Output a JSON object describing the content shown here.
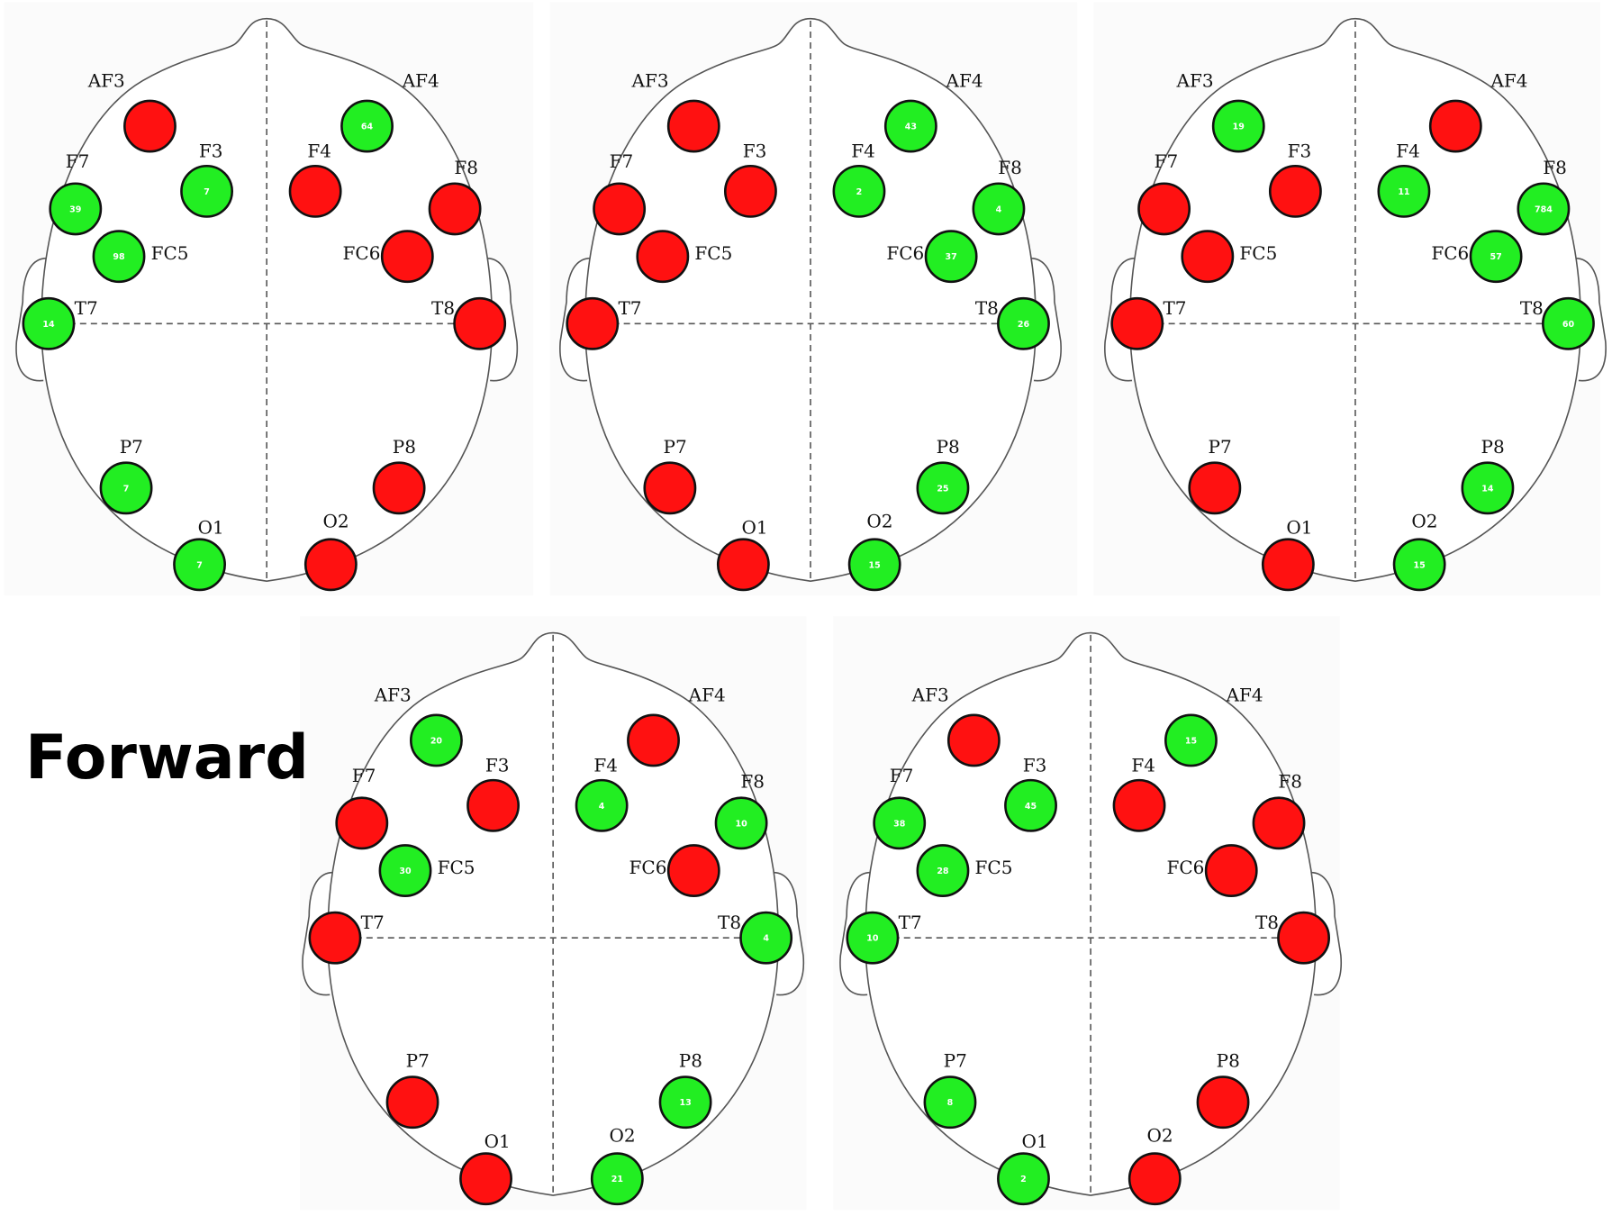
{
  "caption": "Forward",
  "colors": {
    "active": "#22ee22",
    "inactive": "#ff1111"
  },
  "channels": [
    "AF3",
    "F7",
    "F3",
    "FC5",
    "T7",
    "P7",
    "O1",
    "O2",
    "P8",
    "T8",
    "FC6",
    "F4",
    "F8",
    "AF4"
  ],
  "heads": [
    {
      "electrodes": [
        {
          "channel": "AF3",
          "state": "inactive",
          "value": ""
        },
        {
          "channel": "AF4",
          "state": "active",
          "value": "64"
        },
        {
          "channel": "F7",
          "state": "active",
          "value": "39"
        },
        {
          "channel": "F3",
          "state": "active",
          "value": "7"
        },
        {
          "channel": "F4",
          "state": "inactive",
          "value": ""
        },
        {
          "channel": "F8",
          "state": "inactive",
          "value": ""
        },
        {
          "channel": "FC5",
          "state": "active",
          "value": "98"
        },
        {
          "channel": "FC6",
          "state": "inactive",
          "value": ""
        },
        {
          "channel": "T7",
          "state": "active",
          "value": "14"
        },
        {
          "channel": "T8",
          "state": "inactive",
          "value": ""
        },
        {
          "channel": "P7",
          "state": "active",
          "value": "7"
        },
        {
          "channel": "P8",
          "state": "inactive",
          "value": ""
        },
        {
          "channel": "O1",
          "state": "active",
          "value": "7"
        },
        {
          "channel": "O2",
          "state": "inactive",
          "value": ""
        }
      ]
    },
    {
      "electrodes": [
        {
          "channel": "AF3",
          "state": "inactive",
          "value": ""
        },
        {
          "channel": "AF4",
          "state": "active",
          "value": "43"
        },
        {
          "channel": "F7",
          "state": "inactive",
          "value": ""
        },
        {
          "channel": "F3",
          "state": "inactive",
          "value": ""
        },
        {
          "channel": "F4",
          "state": "active",
          "value": "2"
        },
        {
          "channel": "F8",
          "state": "active",
          "value": "4"
        },
        {
          "channel": "FC5",
          "state": "inactive",
          "value": ""
        },
        {
          "channel": "FC6",
          "state": "active",
          "value": "37"
        },
        {
          "channel": "T7",
          "state": "inactive",
          "value": ""
        },
        {
          "channel": "T8",
          "state": "active",
          "value": "26"
        },
        {
          "channel": "P7",
          "state": "inactive",
          "value": ""
        },
        {
          "channel": "P8",
          "state": "active",
          "value": "25"
        },
        {
          "channel": "O1",
          "state": "inactive",
          "value": ""
        },
        {
          "channel": "O2",
          "state": "active",
          "value": "15"
        }
      ]
    },
    {
      "electrodes": [
        {
          "channel": "AF3",
          "state": "active",
          "value": "19"
        },
        {
          "channel": "AF4",
          "state": "inactive",
          "value": ""
        },
        {
          "channel": "F7",
          "state": "inactive",
          "value": ""
        },
        {
          "channel": "F3",
          "state": "inactive",
          "value": ""
        },
        {
          "channel": "F4",
          "state": "active",
          "value": "11"
        },
        {
          "channel": "F8",
          "state": "active",
          "value": "784"
        },
        {
          "channel": "FC5",
          "state": "inactive",
          "value": ""
        },
        {
          "channel": "FC6",
          "state": "active",
          "value": "57"
        },
        {
          "channel": "T7",
          "state": "inactive",
          "value": ""
        },
        {
          "channel": "T8",
          "state": "active",
          "value": "60"
        },
        {
          "channel": "P7",
          "state": "inactive",
          "value": ""
        },
        {
          "channel": "P8",
          "state": "active",
          "value": "14"
        },
        {
          "channel": "O1",
          "state": "inactive",
          "value": ""
        },
        {
          "channel": "O2",
          "state": "active",
          "value": "15"
        }
      ]
    },
    {
      "electrodes": [
        {
          "channel": "AF3",
          "state": "active",
          "value": "20"
        },
        {
          "channel": "AF4",
          "state": "inactive",
          "value": ""
        },
        {
          "channel": "F7",
          "state": "inactive",
          "value": ""
        },
        {
          "channel": "F3",
          "state": "inactive",
          "value": ""
        },
        {
          "channel": "F4",
          "state": "active",
          "value": "4"
        },
        {
          "channel": "F8",
          "state": "active",
          "value": "10"
        },
        {
          "channel": "FC5",
          "state": "active",
          "value": "30"
        },
        {
          "channel": "FC6",
          "state": "inactive",
          "value": ""
        },
        {
          "channel": "T7",
          "state": "inactive",
          "value": ""
        },
        {
          "channel": "T8",
          "state": "active",
          "value": "4"
        },
        {
          "channel": "P7",
          "state": "inactive",
          "value": ""
        },
        {
          "channel": "P8",
          "state": "active",
          "value": "13"
        },
        {
          "channel": "O1",
          "state": "inactive",
          "value": ""
        },
        {
          "channel": "O2",
          "state": "active",
          "value": "21"
        }
      ]
    },
    {
      "electrodes": [
        {
          "channel": "AF3",
          "state": "inactive",
          "value": ""
        },
        {
          "channel": "AF4",
          "state": "active",
          "value": "15"
        },
        {
          "channel": "F7",
          "state": "active",
          "value": "38"
        },
        {
          "channel": "F3",
          "state": "active",
          "value": "45"
        },
        {
          "channel": "F4",
          "state": "inactive",
          "value": ""
        },
        {
          "channel": "F8",
          "state": "inactive",
          "value": ""
        },
        {
          "channel": "FC5",
          "state": "active",
          "value": "28"
        },
        {
          "channel": "FC6",
          "state": "inactive",
          "value": ""
        },
        {
          "channel": "T7",
          "state": "active",
          "value": "10"
        },
        {
          "channel": "T8",
          "state": "inactive",
          "value": ""
        },
        {
          "channel": "P7",
          "state": "active",
          "value": "8"
        },
        {
          "channel": "P8",
          "state": "inactive",
          "value": ""
        },
        {
          "channel": "O1",
          "state": "active",
          "value": "2"
        },
        {
          "channel": "O2",
          "state": "inactive",
          "value": ""
        }
      ]
    }
  ]
}
